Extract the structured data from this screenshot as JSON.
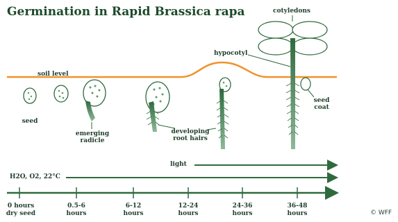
{
  "title": "Germination in Rapid Brassica rapa",
  "labels": {
    "soil_level": "soil level",
    "seed": "seed",
    "emerging_radicle": [
      "emerging",
      "radicle"
    ],
    "developing_root_hairs": [
      "developing",
      "root hairs"
    ],
    "hypocotyl": "hypocotyl",
    "cotyledons": "cotyledons",
    "seed_coat": [
      "seed",
      "coat"
    ],
    "light": "light",
    "conditions": "H2O, O2, 22°C"
  },
  "timeline": [
    {
      "line1": "0 hours",
      "line2": "dry seed"
    },
    {
      "line1": "0.5-6",
      "line2": "hours"
    },
    {
      "line1": "6-12",
      "line2": "hours"
    },
    {
      "line1": "12-24",
      "line2": "hours"
    },
    {
      "line1": "24-36",
      "line2": "hours"
    },
    {
      "line1": "36-48",
      "line2": "hours"
    }
  ],
  "copyright": "© WFF",
  "colors": {
    "soil": "#f0922a",
    "plant": "#2f6a3d",
    "text": "#1f3d2a"
  }
}
